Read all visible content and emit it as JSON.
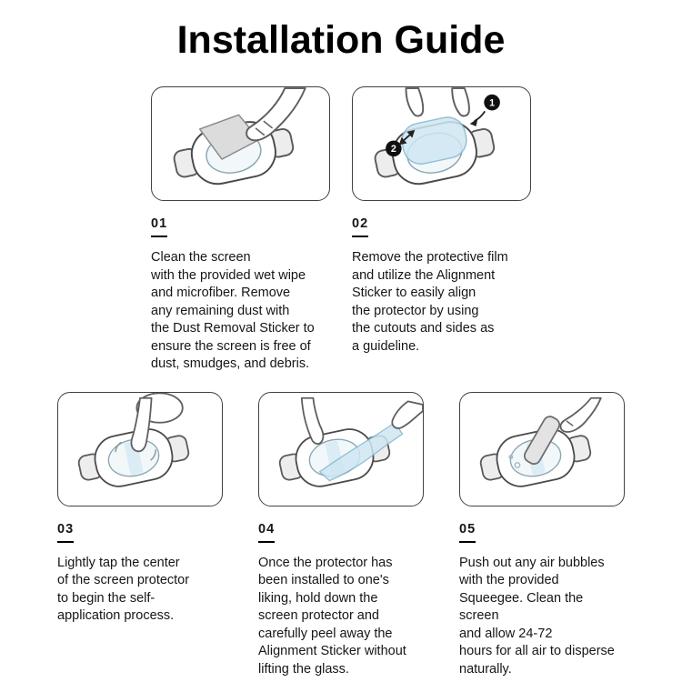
{
  "title": "Installation Guide",
  "steps": [
    {
      "number": "01",
      "illustration": "hand-wiping-watch-with-cloth",
      "text": "Clean the screen\nwith the provided wet wipe\nand microfiber. Remove\nany remaining dust with\nthe Dust Removal Sticker to\nensure the screen is free of\ndust, smudges, and debris."
    },
    {
      "number": "02",
      "illustration": "hands-aligning-protector-with-alignment-sticker",
      "text": "Remove the protective film\nand utilize the Alignment\nSticker to easily align\nthe protector by using\nthe cutouts and sides as\na guideline."
    },
    {
      "number": "03",
      "illustration": "finger-tapping-center-of-protector",
      "text": "Lightly tap the center\nof the screen protector\nto begin the self-\napplication process."
    },
    {
      "number": "04",
      "illustration": "hand-holding-protector-and-peeling-alignment-sticker",
      "text": "Once the protector has\nbeen installed to one's\nliking, hold down the\nscreen protector and\ncarefully peel away the\nAlignment Sticker without\nlifting the glass."
    },
    {
      "number": "05",
      "illustration": "hand-pushing-air-bubbles-with-squeegee",
      "text": "Push out any air bubbles\nwith the provided\nSqueegee. Clean the screen\nand allow 24-72\nhours for all air to disperse\nnaturally."
    }
  ],
  "badges": {
    "step2_badge1": "1",
    "step2_badge2": "2"
  },
  "colors": {
    "film_blue": "#cfe7f2",
    "cloth_gray": "#dcdcdc",
    "line_gray": "#5f5f5f",
    "text_black": "#161616"
  }
}
